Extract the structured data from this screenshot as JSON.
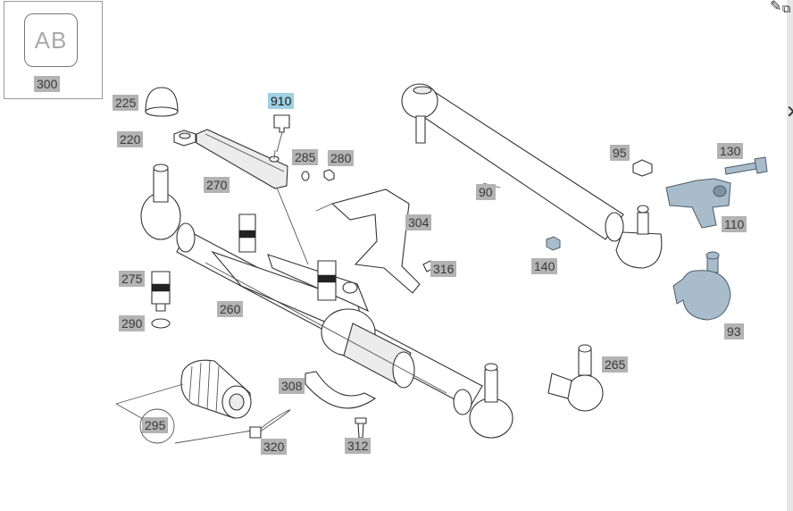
{
  "thumbnail": {
    "text": "AB",
    "label": "300"
  },
  "callouts": [
    {
      "id": "c910",
      "text": "910",
      "highlight": true
    },
    {
      "id": "c225",
      "text": "225"
    },
    {
      "id": "c220",
      "text": "220"
    },
    {
      "id": "c270",
      "text": "270"
    },
    {
      "id": "c285",
      "text": "285"
    },
    {
      "id": "c280",
      "text": "280"
    },
    {
      "id": "c90",
      "text": "90"
    },
    {
      "id": "c95",
      "text": "95"
    },
    {
      "id": "c130",
      "text": "130"
    },
    {
      "id": "c110",
      "text": "110"
    },
    {
      "id": "c304",
      "text": "304"
    },
    {
      "id": "c316",
      "text": "316"
    },
    {
      "id": "c140",
      "text": "140"
    },
    {
      "id": "c275",
      "text": "275"
    },
    {
      "id": "c290",
      "text": "290"
    },
    {
      "id": "c260",
      "text": "260"
    },
    {
      "id": "c93",
      "text": "93"
    },
    {
      "id": "c265",
      "text": "265"
    },
    {
      "id": "c308",
      "text": "308"
    },
    {
      "id": "c295",
      "text": "295"
    },
    {
      "id": "c320",
      "text": "320"
    },
    {
      "id": "c312",
      "text": "312"
    }
  ],
  "colors": {
    "highlight": "#9fd0e4",
    "label_bg": "#b3b3b3",
    "part_blue": "#a9bccb"
  },
  "icons": [
    "edit-icon",
    "copy-icon",
    "close-icon"
  ]
}
